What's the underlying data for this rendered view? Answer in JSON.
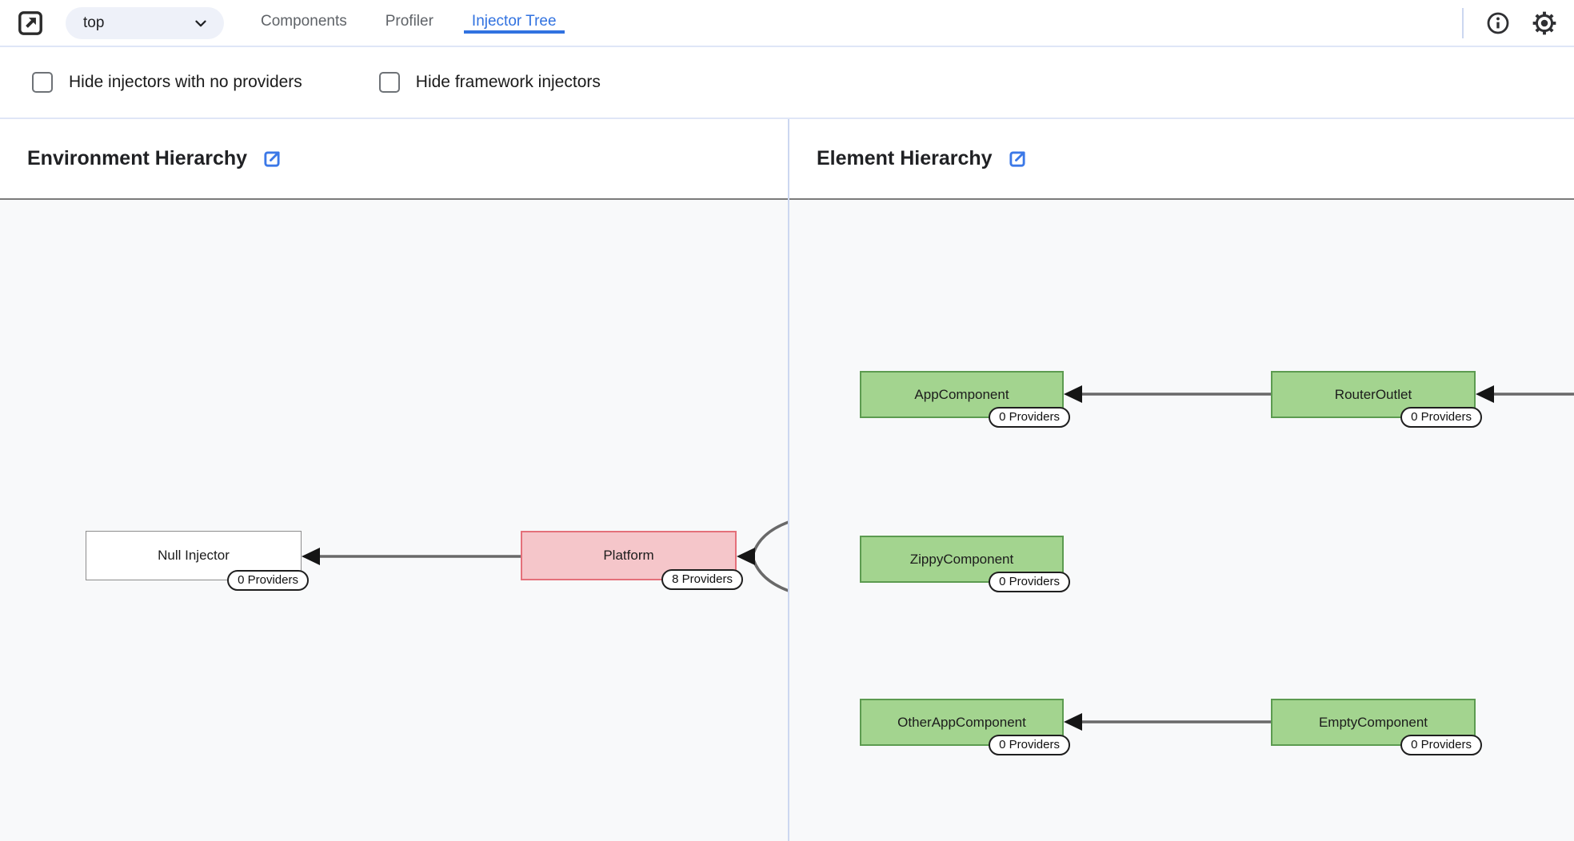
{
  "toolbar": {
    "frame_selector": {
      "value": "top"
    },
    "tabs": [
      {
        "label": "Components",
        "active": false
      },
      {
        "label": "Profiler",
        "active": false
      },
      {
        "label": "Injector Tree",
        "active": true
      }
    ]
  },
  "filters": {
    "hide_no_providers": {
      "label": "Hide injectors with no providers",
      "checked": false
    },
    "hide_framework": {
      "label": "Hide framework injectors",
      "checked": false
    }
  },
  "panes": {
    "environment": {
      "title": "Environment Hierarchy",
      "nodes": [
        {
          "label": "Null Injector",
          "providers": "0 Providers",
          "kind": "root"
        },
        {
          "label": "Platform",
          "providers": "8 Providers",
          "kind": "platform"
        }
      ]
    },
    "element": {
      "title": "Element Hierarchy",
      "nodes": [
        {
          "label": "AppComponent",
          "providers": "0 Providers"
        },
        {
          "label": "RouterOutlet",
          "providers": "0 Providers"
        },
        {
          "label": "ZippyComponent",
          "providers": "0 Providers"
        },
        {
          "label": "OtherAppComponent",
          "providers": "0 Providers"
        },
        {
          "label": "EmptyComponent",
          "providers": "0 Providers"
        }
      ]
    }
  },
  "colors": {
    "accent_blue": "#3172e0",
    "platform_fill": "#f5c6ca",
    "platform_border": "#e4707a",
    "element_fill": "#a3d48f",
    "element_border": "#5c9b50",
    "edge_gray": "#696969",
    "pane_divider": "#ccd7f0",
    "graph_bg": "#f8f9fa"
  }
}
